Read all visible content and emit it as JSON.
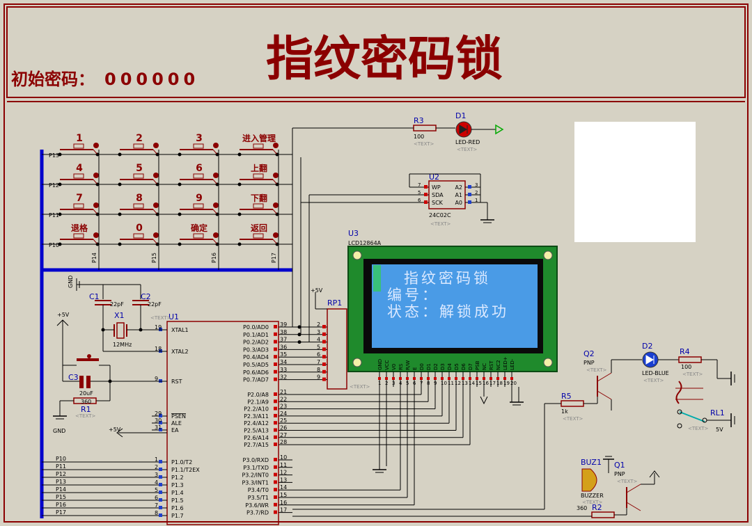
{
  "header": {
    "title": "指纹密码锁",
    "init_label": "初始密码：",
    "init_value": "000000"
  },
  "keypad": {
    "keys": [
      {
        "label": "1",
        "row": 0,
        "col": 0
      },
      {
        "label": "2",
        "row": 0,
        "col": 1
      },
      {
        "label": "3",
        "row": 0,
        "col": 2
      },
      {
        "label": "进入管理",
        "row": 0,
        "col": 3
      },
      {
        "label": "4",
        "row": 1,
        "col": 0
      },
      {
        "label": "5",
        "row": 1,
        "col": 1
      },
      {
        "label": "6",
        "row": 1,
        "col": 2
      },
      {
        "label": "上翻",
        "row": 1,
        "col": 3
      },
      {
        "label": "7",
        "row": 2,
        "col": 0
      },
      {
        "label": "8",
        "row": 2,
        "col": 1
      },
      {
        "label": "9",
        "row": 2,
        "col": 2
      },
      {
        "label": "下翻",
        "row": 2,
        "col": 3
      },
      {
        "label": "退格",
        "row": 3,
        "col": 0
      },
      {
        "label": "0",
        "row": 3,
        "col": 1
      },
      {
        "label": "确定",
        "row": 3,
        "col": 2
      },
      {
        "label": "返回",
        "row": 3,
        "col": 3
      }
    ],
    "row_labels": [
      "P13",
      "P12",
      "P11",
      "P10"
    ],
    "col_labels": [
      "P14",
      "P15",
      "P16",
      "P17"
    ]
  },
  "lcd": {
    "ref": "U3",
    "part": "LCD12864A",
    "lines": [
      "指纹密码锁",
      "编号：",
      "状态：解锁成功"
    ],
    "pins": [
      "GND",
      "VCC",
      "V0",
      "RS",
      "R/W",
      "E",
      "D0",
      "D1",
      "D2",
      "D3",
      "D4",
      "D5",
      "D6",
      "D7",
      "PSB",
      "NC",
      "RST",
      "NC2",
      "LED+",
      "LED-"
    ],
    "pin_numbers": [
      "1",
      "2",
      "3",
      "4",
      "5",
      "6",
      "7",
      "8",
      "9",
      "10",
      "11",
      "12",
      "13",
      "14",
      "15",
      "16",
      "17",
      "18",
      "19",
      "20"
    ],
    "text_tag": "<TEXT>"
  },
  "mcu": {
    "ref": "U1",
    "text_tag": "<TEXT>",
    "left_pins": [
      {
        "num": "19",
        "name": "XTAL1"
      },
      {
        "num": "18",
        "name": "XTAL2"
      },
      {
        "num": "9",
        "name": "RST"
      },
      {
        "num": "29",
        "name": "PSEN"
      },
      {
        "num": "30",
        "name": "ALE"
      },
      {
        "num": "31",
        "name": "EA"
      },
      {
        "num": "1",
        "name": "P1.0/T2"
      },
      {
        "num": "2",
        "name": "P1.1/T2EX"
      },
      {
        "num": "3",
        "name": "P1.2"
      },
      {
        "num": "4",
        "name": "P1.3"
      },
      {
        "num": "5",
        "name": "P1.4"
      },
      {
        "num": "6",
        "name": "P1.5"
      },
      {
        "num": "7",
        "name": "P1.6"
      },
      {
        "num": "8",
        "name": "P1.7"
      }
    ],
    "right_pins": [
      {
        "num": "39",
        "name": "P0.0/AD0"
      },
      {
        "num": "38",
        "name": "P0.1/AD1"
      },
      {
        "num": "37",
        "name": "P0.2/AD2"
      },
      {
        "num": "36",
        "name": "P0.3/AD3"
      },
      {
        "num": "35",
        "name": "P0.4/AD4"
      },
      {
        "num": "34",
        "name": "P0.5/AD5"
      },
      {
        "num": "33",
        "name": "P0.6/AD6"
      },
      {
        "num": "32",
        "name": "P0.7/AD7"
      },
      {
        "num": "21",
        "name": "P2.0/A8"
      },
      {
        "num": "22",
        "name": "P2.1/A9"
      },
      {
        "num": "23",
        "name": "P2.2/A10"
      },
      {
        "num": "24",
        "name": "P2.3/A11"
      },
      {
        "num": "25",
        "name": "P2.4/A12"
      },
      {
        "num": "26",
        "name": "P2.5/A13"
      },
      {
        "num": "27",
        "name": "P2.6/A14"
      },
      {
        "num": "28",
        "name": "P2.7/A15"
      },
      {
        "num": "10",
        "name": "P3.0/RXD"
      },
      {
        "num": "11",
        "name": "P3.1/TXD"
      },
      {
        "num": "12",
        "name": "P3.2/INT0"
      },
      {
        "num": "13",
        "name": "P3.3/INT1"
      },
      {
        "num": "14",
        "name": "P3.4/T0"
      },
      {
        "num": "15",
        "name": "P3.5/T1"
      },
      {
        "num": "16",
        "name": "P3.6/WR"
      },
      {
        "num": "17",
        "name": "P3.7/RD"
      }
    ],
    "p1_labels": [
      "P10",
      "P11",
      "P12",
      "P13",
      "P14",
      "P15",
      "P16",
      "P17"
    ]
  },
  "parts": {
    "r3": {
      "ref": "R3",
      "value": "100"
    },
    "d1": {
      "ref": "D1",
      "value": "LED-RED"
    },
    "u2": {
      "ref": "U2",
      "part": "24C02C",
      "pins_left": [
        {
          "num": "7",
          "name": "WP"
        },
        {
          "num": "5",
          "name": "SDA"
        },
        {
          "num": "6",
          "name": "SCK"
        }
      ],
      "pins_right": [
        {
          "num": "3",
          "name": "A2"
        },
        {
          "num": "2",
          "name": "A1"
        },
        {
          "num": "1",
          "name": "A0"
        }
      ]
    },
    "rp1": {
      "ref": "RP1",
      "pins": [
        "2",
        "3",
        "4",
        "5",
        "6",
        "7",
        "8",
        "9"
      ]
    },
    "c1": {
      "ref": "C1",
      "value": "22pF"
    },
    "c2": {
      "ref": "C2",
      "value": "22pF"
    },
    "x1": {
      "ref": "X1",
      "value": "12MHz"
    },
    "c3": {
      "ref": "C3",
      "value": "20uF"
    },
    "r1": {
      "ref": "R1",
      "value": "360"
    },
    "q2": {
      "ref": "Q2",
      "value": "PNP"
    },
    "d2": {
      "ref": "D2",
      "value": "LED-BLUE"
    },
    "r4": {
      "ref": "R4",
      "value": "100"
    },
    "r5": {
      "ref": "R5",
      "value": "1k"
    },
    "rl1": {
      "ref": "RL1",
      "value": "5V"
    },
    "buz1": {
      "ref": "BUZ1",
      "value": "BUZZER"
    },
    "q1": {
      "ref": "Q1",
      "value": "PNP"
    },
    "r2": {
      "ref": "R2",
      "value": "360"
    }
  },
  "power": {
    "vcc": "+5V",
    "gnd": "GND"
  },
  "colors": {
    "background": "#d6d2c4",
    "frame": "#8b0000",
    "wire": "#000000",
    "bus": "#0000ff",
    "lcd_screen": "#4a9be6",
    "lcd_text": "#dbe9ff",
    "lcd_board": "#1f8a2c",
    "component": "#8b0000",
    "pin_square": "#cc0000"
  }
}
